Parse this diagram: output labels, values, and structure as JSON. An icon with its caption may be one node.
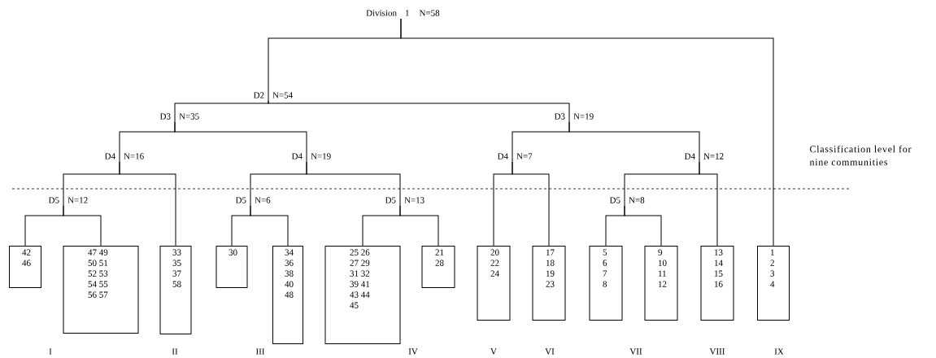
{
  "diagram": {
    "nodes": [
      {
        "text": [
          "Division",
          "1",
          "N=58"
        ]
      },
      {
        "text": [
          "D2",
          "N=54"
        ]
      },
      {
        "text": [
          "D3",
          "N=35"
        ]
      },
      {
        "text": [
          "D3",
          "N=19"
        ]
      },
      {
        "text": [
          "D4",
          "N=16"
        ]
      },
      {
        "text": [
          "D4",
          "N=19"
        ]
      },
      {
        "text": [
          "D4",
          "N=7"
        ]
      },
      {
        "text": [
          "D4",
          "N=12"
        ]
      },
      {
        "text": [
          "D5",
          "N=12"
        ]
      },
      {
        "text": [
          "D5",
          "N=6"
        ]
      },
      {
        "text": [
          "D5",
          "N=13"
        ]
      },
      {
        "text": [
          "D5",
          "N=8"
        ]
      },
      {
        "text": [
          "42 46"
        ]
      },
      {
        "text": [
          "47 49 50 51 52 53 54 55 56 57"
        ]
      },
      {
        "text": [
          "33 35 37 58"
        ]
      },
      {
        "text": [
          "30"
        ]
      },
      {
        "text": [
          "34 36 38 40 48"
        ]
      },
      {
        "text": [
          "25 26 27 29 31 32 39 41 43 44 45"
        ]
      },
      {
        "text": [
          "21 28"
        ]
      },
      {
        "text": [
          "20 22 24"
        ]
      },
      {
        "text": [
          "17 18 19 23"
        ]
      },
      {
        "text": [
          "5 6 7 8"
        ]
      },
      {
        "text": [
          "9 10 11 12"
        ]
      },
      {
        "text": [
          "13 14 15 16"
        ]
      },
      {
        "text": [
          "1 2 3 4"
        ]
      }
    ],
    "edges": [
      {
        "from": 0,
        "to": 1,
        "arrow": "none"
      },
      {
        "from": 0,
        "to": 24,
        "arrow": "none"
      },
      {
        "from": 1,
        "to": 2,
        "arrow": "none"
      },
      {
        "from": 1,
        "to": 3,
        "arrow": "none"
      },
      {
        "from": 2,
        "to": 4,
        "arrow": "none"
      },
      {
        "from": 2,
        "to": 5,
        "arrow": "none"
      },
      {
        "from": 3,
        "to": 6,
        "arrow": "none"
      },
      {
        "from": 3,
        "to": 7,
        "arrow": "none"
      },
      {
        "from": 4,
        "to": 8,
        "arrow": "none"
      },
      {
        "from": 4,
        "to": 14,
        "arrow": "none"
      },
      {
        "from": 8,
        "to": 12,
        "arrow": "none"
      },
      {
        "from": 8,
        "to": 13,
        "arrow": "none"
      },
      {
        "from": 5,
        "to": 9,
        "arrow": "none"
      },
      {
        "from": 5,
        "to": 10,
        "arrow": "none"
      },
      {
        "from": 9,
        "to": 15,
        "arrow": "none"
      },
      {
        "from": 9,
        "to": 16,
        "arrow": "none"
      },
      {
        "from": 10,
        "to": 17,
        "arrow": "none"
      },
      {
        "from": 10,
        "to": 18,
        "arrow": "none"
      },
      {
        "from": 6,
        "to": 19,
        "arrow": "none"
      },
      {
        "from": 6,
        "to": 20,
        "arrow": "none"
      },
      {
        "from": 7,
        "to": 11,
        "arrow": "none"
      },
      {
        "from": 7,
        "to": 23,
        "arrow": "none"
      },
      {
        "from": 11,
        "to": 21,
        "arrow": "none"
      },
      {
        "from": 11,
        "to": 22,
        "arrow": "none"
      }
    ],
    "labels": [
      "Classification level for nine communities",
      "I",
      "II",
      "III",
      "IV",
      "V",
      "VI",
      "VII",
      "VIII",
      "IX"
    ]
  }
}
